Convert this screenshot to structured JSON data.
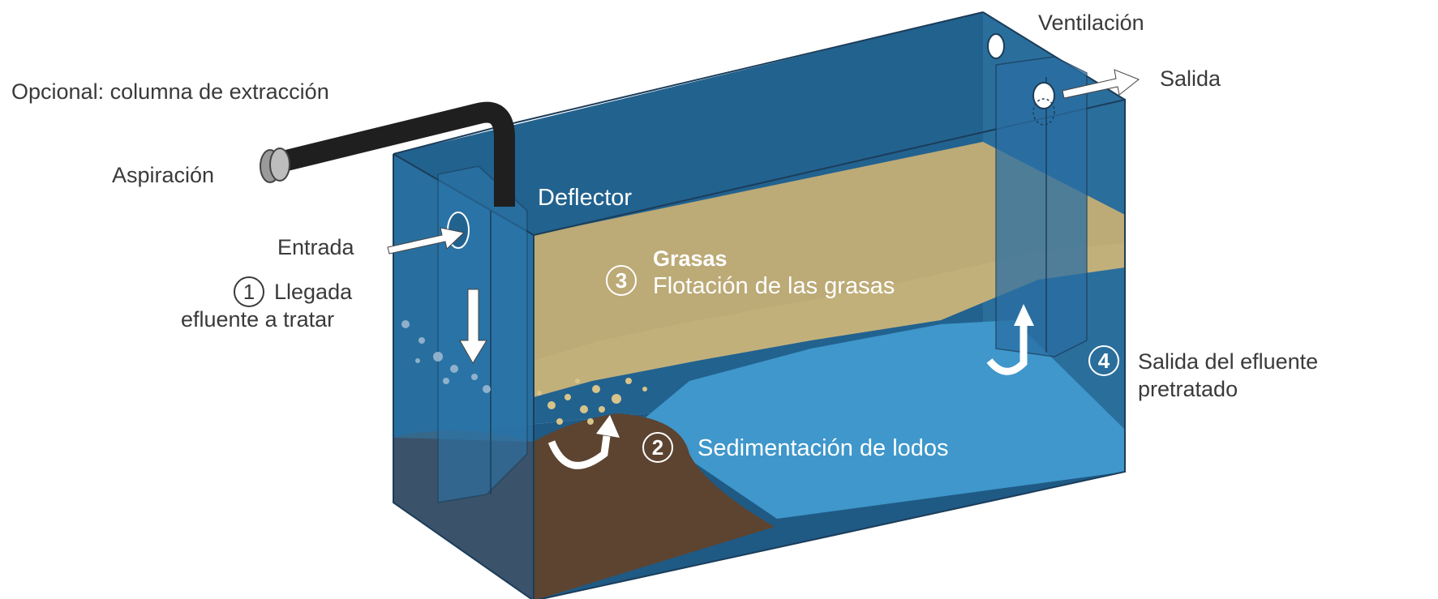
{
  "labels": {
    "optional_column": "Opcional: columna de extracción",
    "aspiration": "Aspiración",
    "deflector": "Deflector",
    "inlet": "Entrada",
    "arrival_num": "1",
    "arrival_line1": "Llegada",
    "arrival_line2": "efluente a tratar",
    "grease_num": "3",
    "grease_title": "Grasas",
    "grease_sub": "Flotación de las grasas",
    "sludge_num": "2",
    "sludge_label": "Sedimentación de lodos",
    "ventilation": "Ventilación",
    "outlet": "Salida",
    "exit_num": "4",
    "exit_line1": "Salida del efluente",
    "exit_line2": "pretratado"
  },
  "colors": {
    "tank_dark": "#22628f",
    "tank_mid": "#2d76a8",
    "water_light": "#3f97cb",
    "grease": "#c2b07b",
    "sludge": "#5c4431",
    "pipe": "#1f1f1f",
    "text": "#3a3a3a"
  }
}
